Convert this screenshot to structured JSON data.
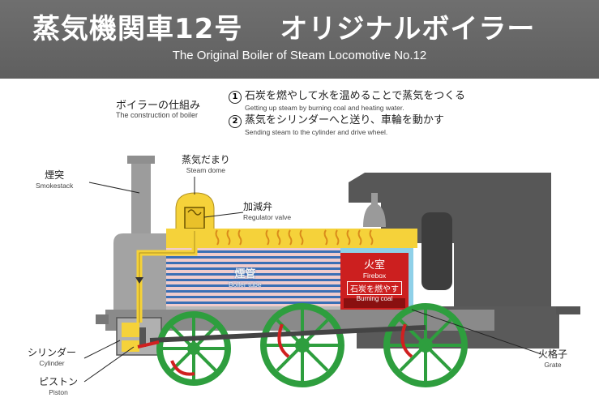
{
  "header": {
    "title_jp": "蒸気機関車12号",
    "subtitle_jp": "オリジナルボイラー",
    "title_en": "The Original Boiler of Steam Locomotive No.12"
  },
  "construction": {
    "label_jp": "ボイラーの仕組み",
    "label_en": "The construction of boiler",
    "steps": [
      {
        "num": "1",
        "jp": "石炭を燃やして水を温めることで蒸気をつくる",
        "en": "Getting up steam by burning coal and heating water."
      },
      {
        "num": "2",
        "jp": "蒸気をシリンダーへと送り、車輪を動かす",
        "en": "Sending steam to the cylinder and drive wheel."
      }
    ]
  },
  "parts": {
    "smokestack": {
      "jp": "煙突",
      "en": "Smokestack"
    },
    "steam_dome": {
      "jp": "蒸気だまり",
      "en": "Steam dome"
    },
    "regulator": {
      "jp": "加減弁",
      "en": "Regulator valve"
    },
    "boiler_tube": {
      "jp": "煙管",
      "en": "Boiler tube"
    },
    "firebox": {
      "jp": "火室",
      "en": "Firebox"
    },
    "burning_coal": {
      "jp": "石炭を燃やす",
      "en": "Burning coal"
    },
    "cylinder": {
      "jp": "シリンダー",
      "en": "Cylinder"
    },
    "piston": {
      "jp": "ピストン",
      "en": "Piston"
    },
    "grate": {
      "jp": "火格子",
      "en": "Grate"
    }
  },
  "colors": {
    "header_bg": "#666666",
    "steam": "#f5d23a",
    "boiler_tube_blue": "#3a6fb5",
    "firebox_red": "#cc1f1f",
    "wheel_green": "#2e9e3e",
    "body_gray": "#9a9a9a",
    "cab_dark": "#555555"
  }
}
